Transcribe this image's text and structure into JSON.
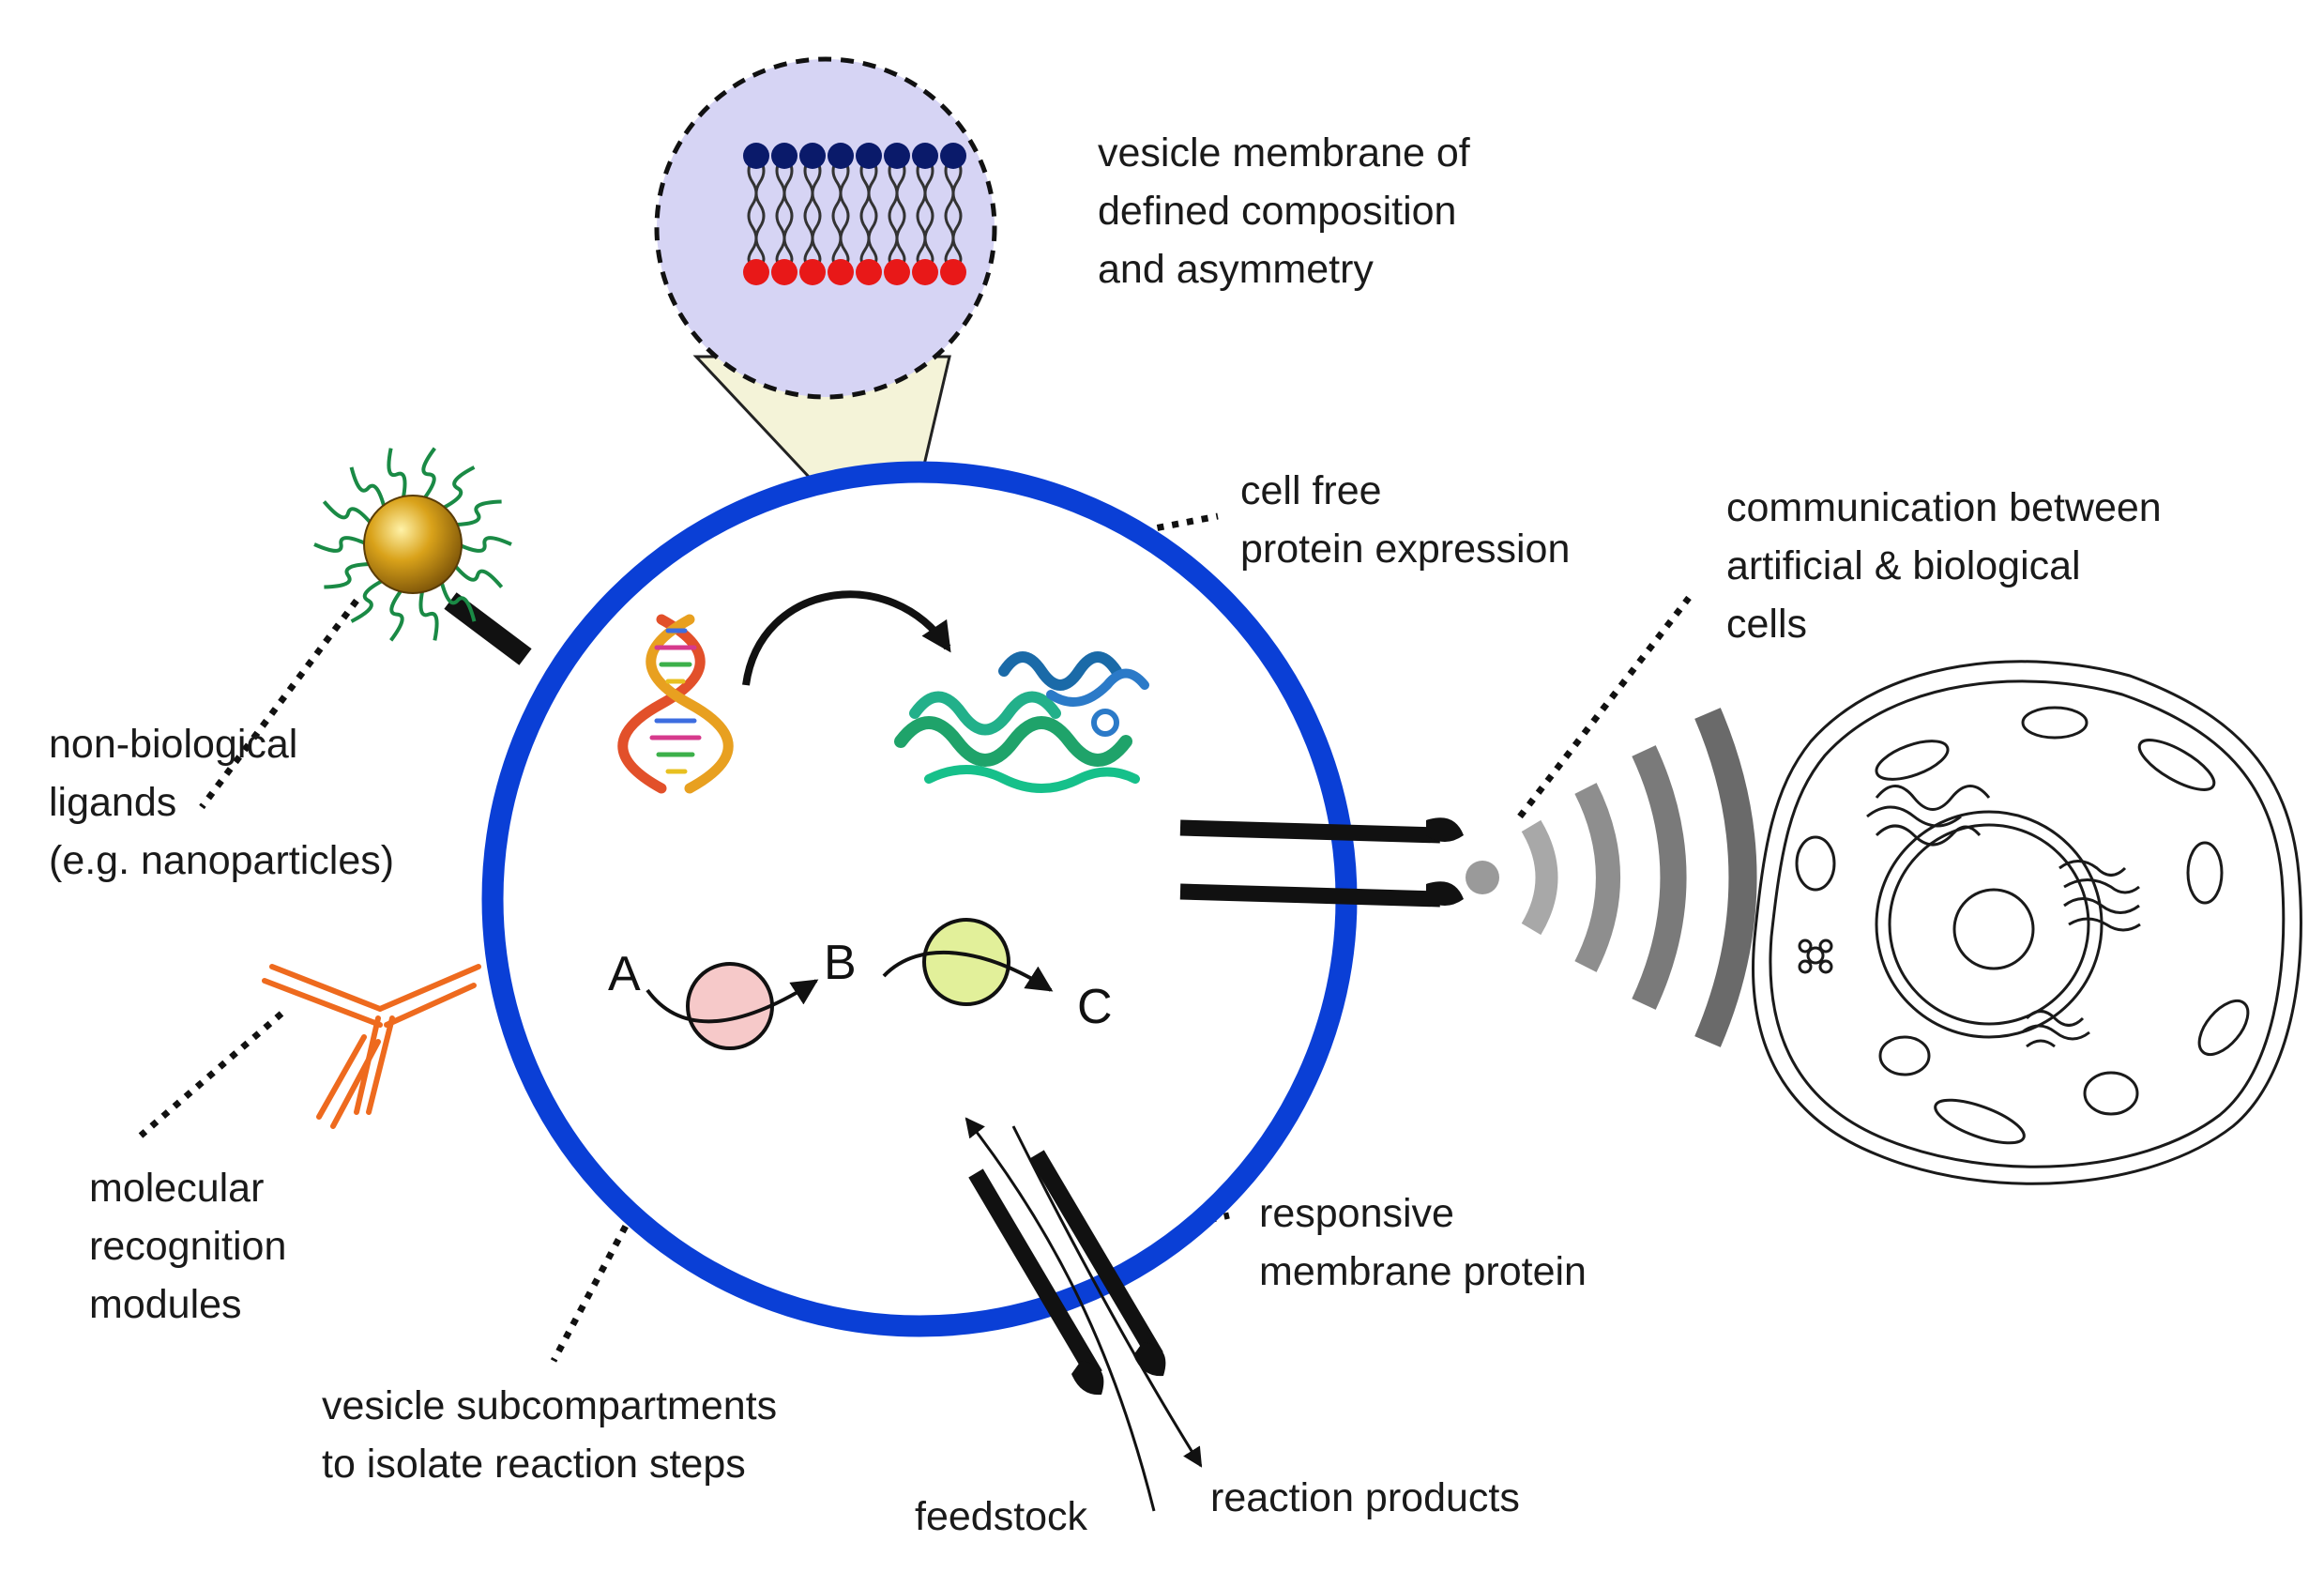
{
  "colors": {
    "vesicle_membrane": "#0a3fd6",
    "zoom_fill": "#d6d4f4",
    "head_top": "#0a1a6a",
    "head_bottom": "#e81818",
    "nanoparticle": "#d9a21a",
    "ligand": "#1a8a45",
    "antibody": "#ee6a1e",
    "compartment_a": "#f6c9c9",
    "compartment_b": "#e2f09a",
    "signal_wave": "#7a7a7a",
    "protein": "#1fa36a"
  },
  "icons": [
    "lipid-bilayer-icon",
    "nanoparticle-icon",
    "antibody-icon",
    "dna-icon",
    "protein-icon",
    "biological-cell-icon",
    "signal-wave-icon",
    "membrane-channel-icon"
  ],
  "reaction": {
    "a": "A",
    "b": "B",
    "c": "C"
  },
  "labels": {
    "membrane": [
      "vesicle membrane of",
      "defined composition",
      "and asymmetry"
    ],
    "expression": [
      "cell free",
      "protein expression"
    ],
    "communication": [
      "communication between",
      "artificial & biological",
      "cells"
    ],
    "ligands": [
      "non-biological",
      "ligands",
      "(e.g. nanoparticles)"
    ],
    "recognition": [
      "molecular",
      "recognition",
      "modules"
    ],
    "subcompartments": [
      "vesicle subcompartments",
      "to isolate reaction steps"
    ],
    "membrane_protein": [
      "responsive",
      "membrane protein"
    ],
    "feedstock": "feedstock",
    "products": "reaction products"
  }
}
